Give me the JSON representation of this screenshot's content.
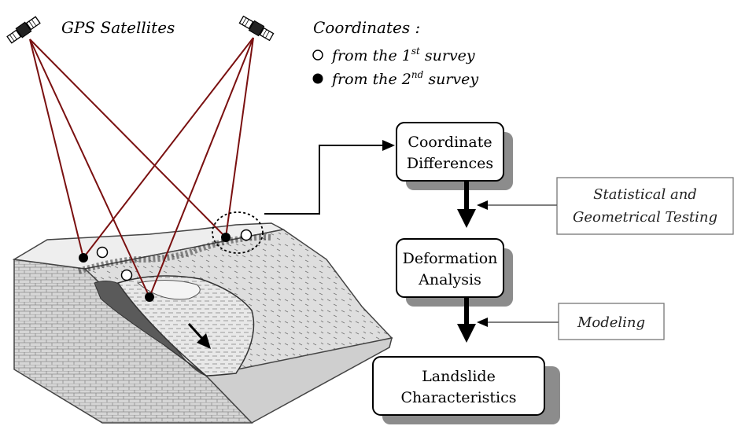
{
  "satellites_label": "GPS Satellites",
  "legend": {
    "title": "Coordinates :",
    "item1_prefix": "from the 1",
    "item1_sup": "st",
    "item1_suffix": " survey",
    "item2_prefix": "from the 2",
    "item2_sup": "nd",
    "item2_suffix": " survey"
  },
  "flow": {
    "box1_line1": "Coordinate",
    "box1_line2": "Differences",
    "box2_line1": "Deformation",
    "box2_line2": "Analysis",
    "box3_line1": "Landslide",
    "box3_line2": "Characteristics",
    "input1_line1": "Statistical and",
    "input1_line2": "Geometrical Testing",
    "input2": "Modeling"
  },
  "colors": {
    "signal_line": "#7a1010",
    "box_shadow": "#8c8c8c",
    "terrain_dark": "#555555",
    "terrain_light": "#e4e4e4"
  }
}
